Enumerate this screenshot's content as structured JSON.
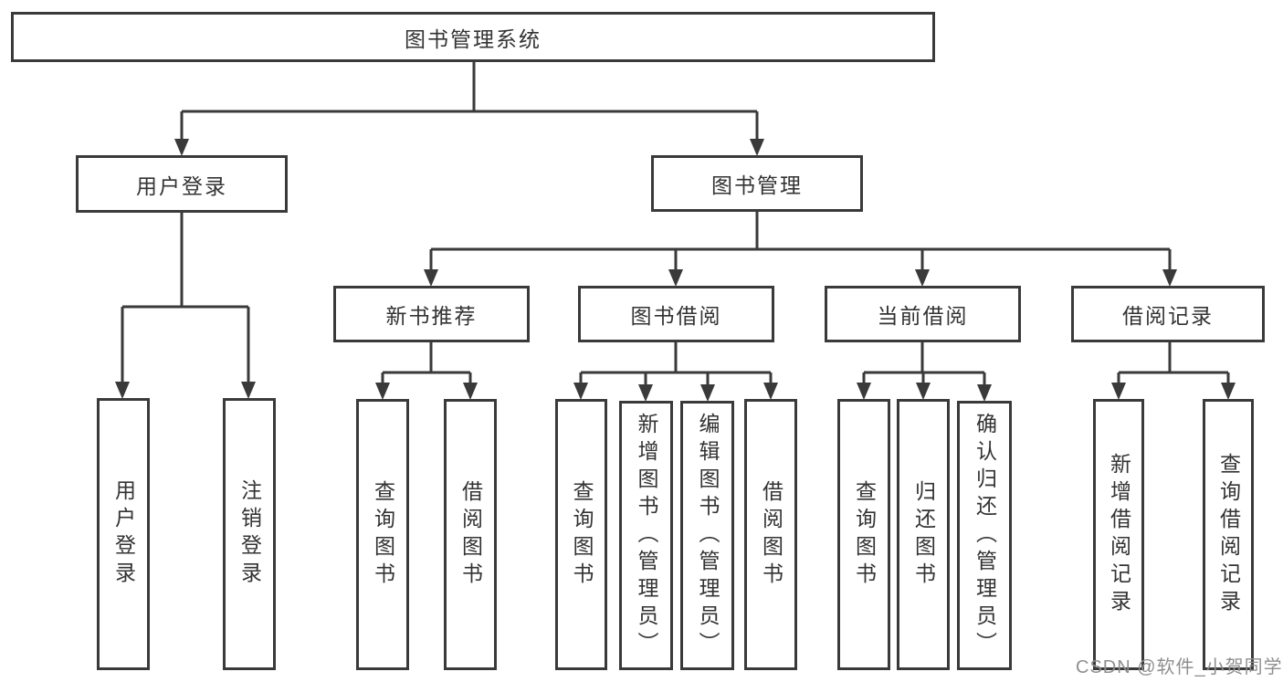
{
  "diagram": {
    "title": "图书管理系统",
    "nodes": {
      "root": "图书管理系统",
      "l2": [
        "用户登录",
        "图书管理"
      ],
      "l3": [
        "新书推荐",
        "图书借阅",
        "当前借阅",
        "借阅记录"
      ],
      "leaves": [
        "用户登录",
        "注销登录",
        "查询图书",
        "借阅图书",
        "查询图书",
        "新增图书（管理员）",
        "编辑图书（管理员）",
        "借阅图书",
        "查询图书",
        "归还图书",
        "确认归还（管理员）",
        "新增借阅记录",
        "查询借阅记录"
      ]
    },
    "colors": {
      "line": "#3a3a3a",
      "text": "#333333",
      "watermark": "#8f8f8f",
      "background": "#ffffff"
    },
    "watermark": "CSDN @软件_小贺同学"
  }
}
